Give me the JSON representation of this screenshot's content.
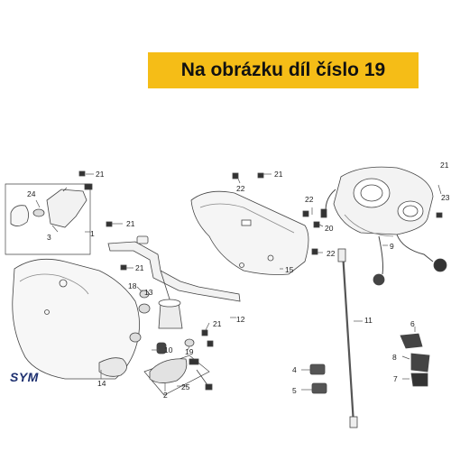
{
  "banner": {
    "text": "Na obrázku díl číslo 19",
    "color": "#f5bd17"
  },
  "brand": {
    "logo_text": "SYM",
    "color": "#1d2f6f"
  },
  "diagram": {
    "callouts": [
      {
        "id": "c21a",
        "label": "21"
      },
      {
        "id": "c24",
        "label": "24"
      },
      {
        "id": "c3",
        "label": "3"
      },
      {
        "id": "c1",
        "label": "1"
      },
      {
        "id": "c21b",
        "label": "21"
      },
      {
        "id": "c21c",
        "label": "21"
      },
      {
        "id": "c22a",
        "label": "22"
      },
      {
        "id": "c21d",
        "label": "21"
      },
      {
        "id": "c21e",
        "label": "21"
      },
      {
        "id": "c22b",
        "label": "22"
      },
      {
        "id": "c20",
        "label": "20"
      },
      {
        "id": "c22c",
        "label": "22"
      },
      {
        "id": "c23",
        "label": "23"
      },
      {
        "id": "c9",
        "label": "9"
      },
      {
        "id": "c18",
        "label": "18"
      },
      {
        "id": "c13",
        "label": "13"
      },
      {
        "id": "c15",
        "label": "15"
      },
      {
        "id": "c12",
        "label": "12"
      },
      {
        "id": "c11",
        "label": "11"
      },
      {
        "id": "c6",
        "label": "6"
      },
      {
        "id": "c8",
        "label": "8"
      },
      {
        "id": "c7",
        "label": "7"
      },
      {
        "id": "c4",
        "label": "4"
      },
      {
        "id": "c5",
        "label": "5"
      },
      {
        "id": "c10",
        "label": "10"
      },
      {
        "id": "c19",
        "label": "19"
      },
      {
        "id": "c21f",
        "label": "21"
      },
      {
        "id": "c14",
        "label": "14"
      },
      {
        "id": "c2",
        "label": "2"
      },
      {
        "id": "c25",
        "label": "25"
      }
    ]
  }
}
